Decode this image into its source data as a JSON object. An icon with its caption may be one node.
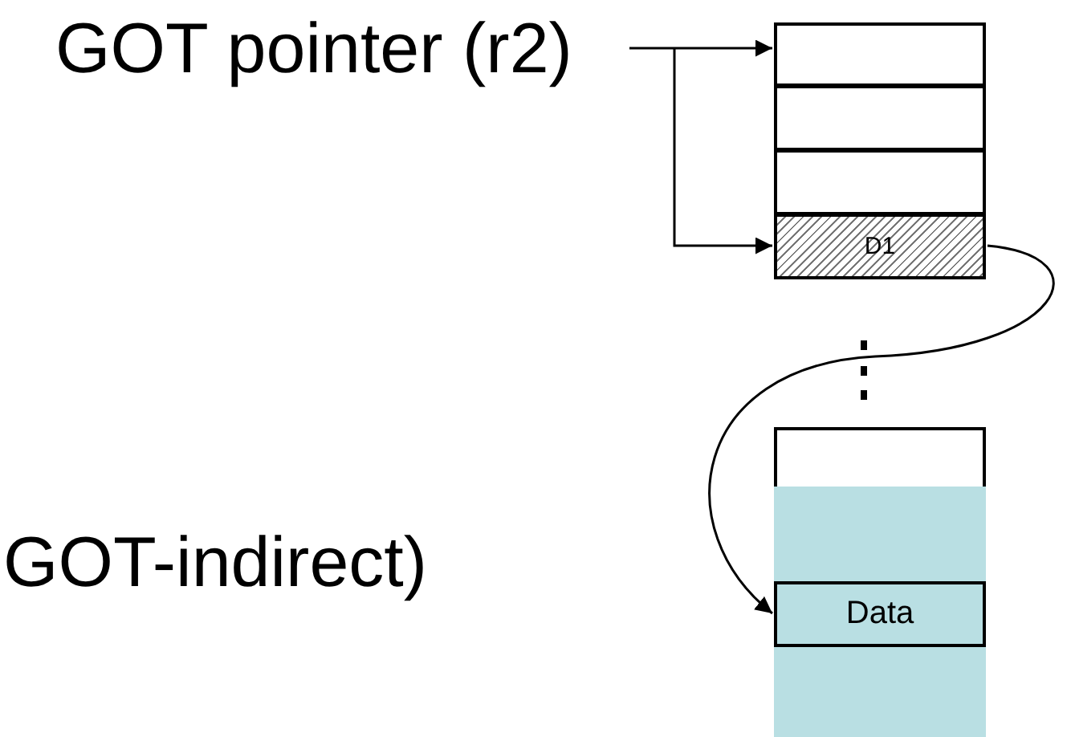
{
  "diagram": {
    "nodes": [
      {
        "text": [
          "GOT pointer (r2)"
        ]
      },
      {
        "text": [],
        "shape": "box"
      },
      {
        "text": [],
        "shape": "box"
      },
      {
        "text": [],
        "shape": "box"
      },
      {
        "text": [
          "D1"
        ]
      },
      {
        "text": [],
        "shape": "box"
      },
      {
        "text": [],
        "shape": "bar"
      },
      {
        "text": [
          "Data"
        ],
        "in": 6
      }
    ],
    "edges": [
      {
        "from": 0,
        "to": 1,
        "arrow": "to"
      },
      {
        "from": 0,
        "to": 4,
        "arrow": "to"
      },
      {
        "from": 4,
        "to": 7,
        "arrow": "to"
      }
    ],
    "labels": [
      "GOT-indirect)"
    ]
  }
}
